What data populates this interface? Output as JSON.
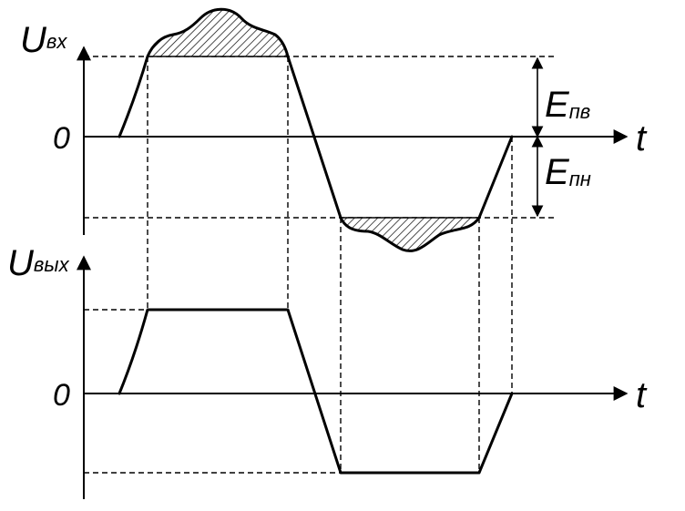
{
  "labels": {
    "u_in_main": "U",
    "u_in_sub": "вх",
    "u_out_main": "U",
    "u_out_sub": "вых",
    "zero_top": "0",
    "zero_bottom": "0",
    "t_top": "t",
    "t_bottom": "t",
    "e_upper_main": "E",
    "e_upper_sub": "пв",
    "e_lower_main": "E",
    "e_lower_sub": "пн"
  }
}
